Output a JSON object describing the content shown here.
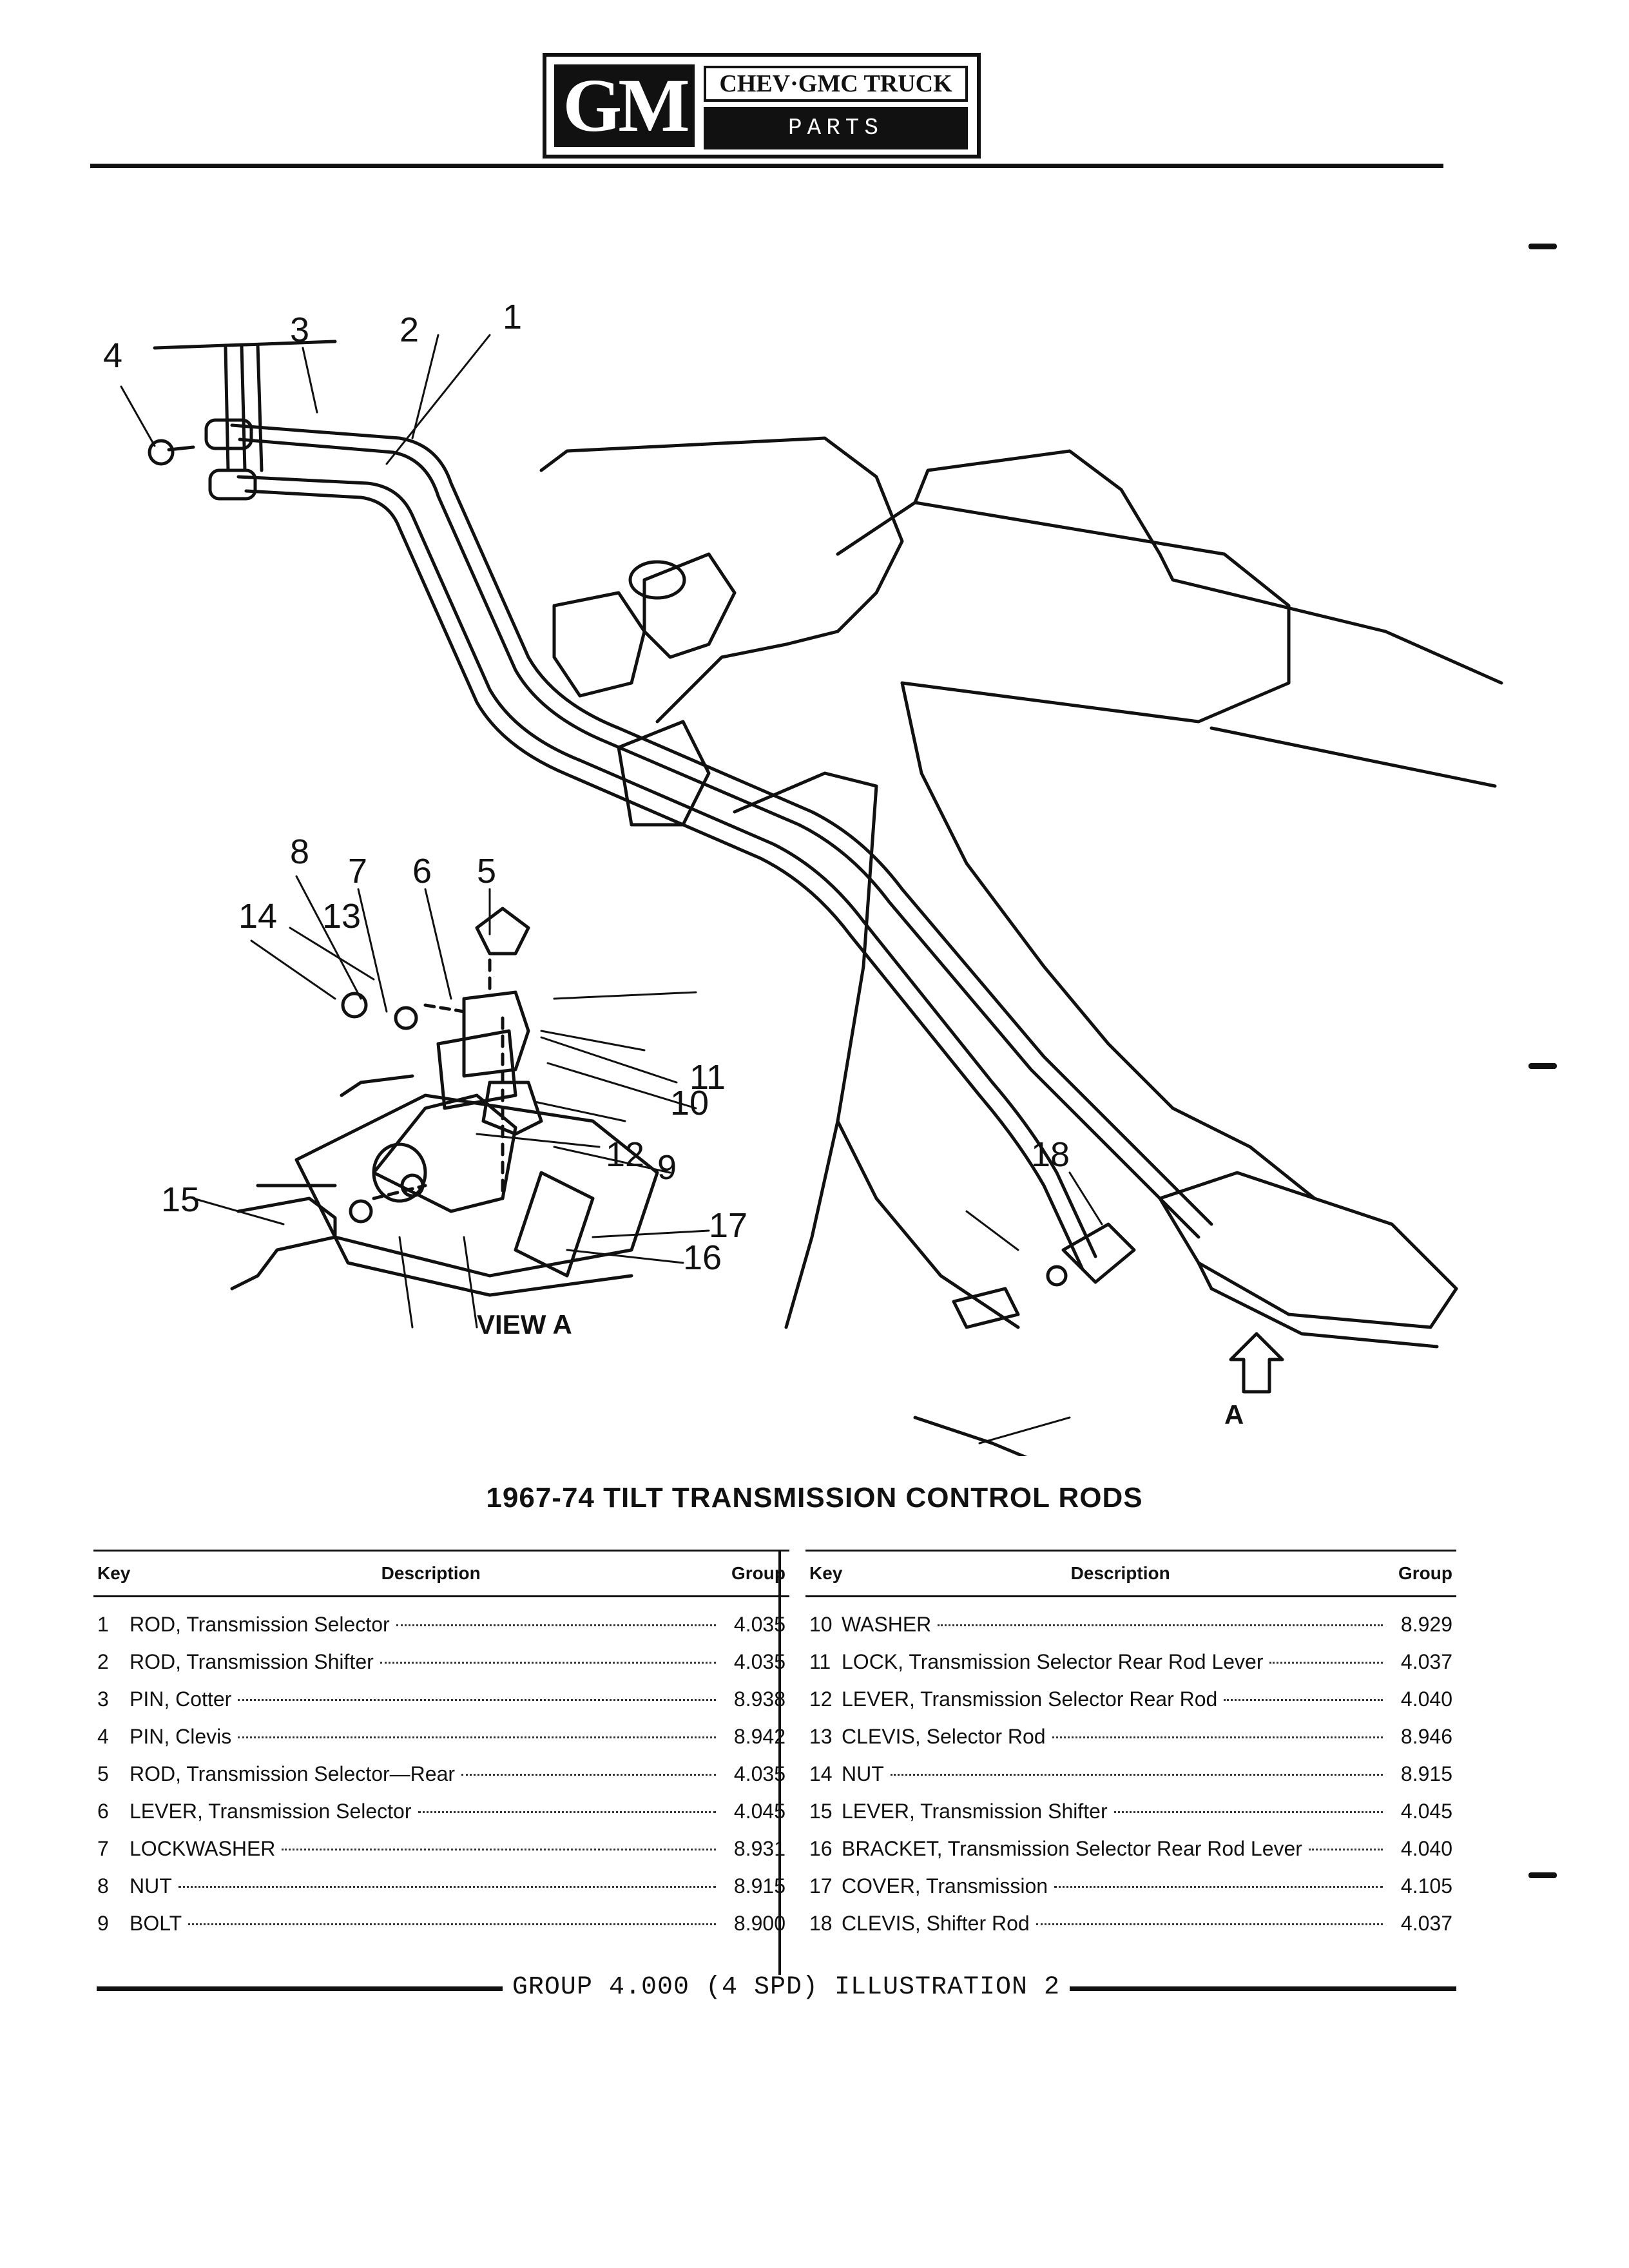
{
  "header": {
    "logo": "GM",
    "title": "CHEV·GMC TRUCK",
    "subtitle": "PARTS CATALOGUE"
  },
  "diagram": {
    "callouts": [
      "1",
      "2",
      "3",
      "4",
      "5",
      "6",
      "7",
      "8",
      "9",
      "10",
      "11",
      "12",
      "13",
      "14",
      "15",
      "16",
      "17",
      "18"
    ],
    "view_label": "VIEW A",
    "arrow_label": "A"
  },
  "caption": "1967-74 TILT TRANSMISSION CONTROL RODS",
  "table": {
    "col_key": "Key",
    "col_desc": "Description",
    "col_group": "Group",
    "left_rows": [
      {
        "key": "1",
        "desc": "ROD, Transmission Selector",
        "group": "4.035"
      },
      {
        "key": "2",
        "desc": "ROD, Transmission Shifter",
        "group": "4.035"
      },
      {
        "key": "3",
        "desc": "PIN, Cotter",
        "group": "8.938"
      },
      {
        "key": "4",
        "desc": "PIN, Clevis",
        "group": "8.942"
      },
      {
        "key": "5",
        "desc": "ROD, Transmission Selector—Rear",
        "group": "4.035"
      },
      {
        "key": "6",
        "desc": "LEVER, Transmission Selector",
        "group": "4.045"
      },
      {
        "key": "7",
        "desc": "LOCKWASHER",
        "group": "8.931"
      },
      {
        "key": "8",
        "desc": "NUT",
        "group": "8.915"
      },
      {
        "key": "9",
        "desc": "BOLT",
        "group": "8.900"
      }
    ],
    "right_rows": [
      {
        "key": "10",
        "desc": "WASHER",
        "group": "8.929"
      },
      {
        "key": "11",
        "desc": "LOCK, Transmission Selector Rear Rod Lever",
        "group": "4.037"
      },
      {
        "key": "12",
        "desc": "LEVER, Transmission Selector Rear Rod",
        "group": "4.040"
      },
      {
        "key": "13",
        "desc": "CLEVIS, Selector Rod",
        "group": "8.946"
      },
      {
        "key": "14",
        "desc": "NUT",
        "group": "8.915"
      },
      {
        "key": "15",
        "desc": "LEVER, Transmission Shifter",
        "group": "4.045"
      },
      {
        "key": "16",
        "desc": "BRACKET, Transmission Selector Rear Rod Lever",
        "group": "4.040"
      },
      {
        "key": "17",
        "desc": "COVER, Transmission",
        "group": "4.105"
      },
      {
        "key": "18",
        "desc": "CLEVIS, Shifter Rod",
        "group": "4.037"
      }
    ]
  },
  "footer": "GROUP 4.000 (4 SPD) ILLUSTRATION 2"
}
